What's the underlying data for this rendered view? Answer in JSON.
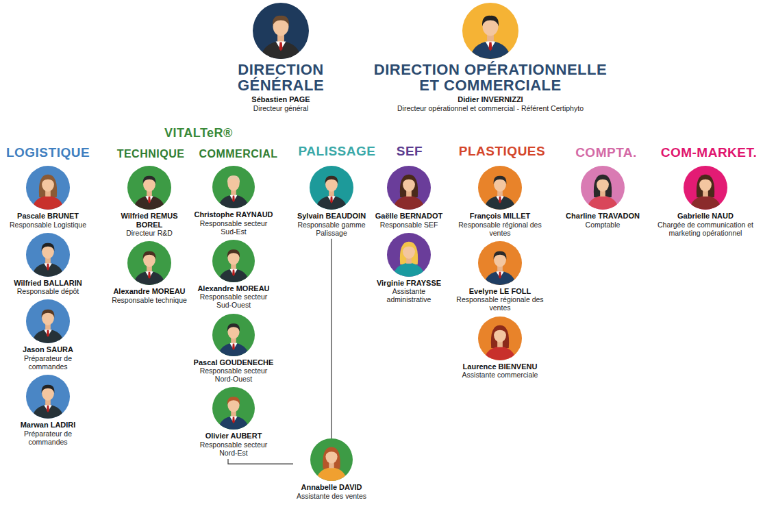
{
  "diagram": {
    "nodes": [
      {
        "text": [
          "DIRECTION GÉNÉRALE",
          "Sébastien PAGE",
          "Directeur général"
        ]
      },
      {
        "text": [
          "DIRECTION OPÉRATIONNELLE ET COMMERCIALE",
          "Didier INVERNIZZI",
          "Directeur opérationnel et commercial - Référent Certiphyto"
        ]
      },
      {
        "text": [
          "Pascale BRUNET",
          "Responsable Logistique"
        ]
      },
      {
        "text": [
          "Wilfried BALLARIN",
          "Responsable dépôt"
        ]
      },
      {
        "text": [
          "Jason SAURA",
          "Préparateur de commandes"
        ]
      },
      {
        "text": [
          "Marwan LADIRI",
          "Préparateur de commandes"
        ]
      },
      {
        "text": [
          "Wilfried REMUS BOREL",
          "Directeur R&D"
        ]
      },
      {
        "text": [
          "Alexandre MOREAU",
          "Responsable technique"
        ]
      },
      {
        "text": [
          "Christophe RAYNAUD",
          "Responsable secteur Sud-Est"
        ]
      },
      {
        "text": [
          "Alexandre MOREAU",
          "Responsable secteur Sud-Ouest"
        ]
      },
      {
        "text": [
          "Pascal GOUDENECHE",
          "Responsable secteur Nord-Ouest"
        ]
      },
      {
        "text": [
          "Olivier AUBERT",
          "Responsable secteur Nord-Est"
        ]
      },
      {
        "text": [
          "Sylvain BEAUDOIN",
          "Responsable gamme Palissage"
        ]
      },
      {
        "text": [
          "Gaëlle BERNADOT",
          "Responsable SEF"
        ]
      },
      {
        "text": [
          "Virginie FRAYSSE",
          "Assistante administrative"
        ]
      },
      {
        "text": [
          "François MILLET",
          "Responsable régional des ventes"
        ]
      },
      {
        "text": [
          "Evelyne LE FOLL",
          "Responsable régionale des ventes"
        ]
      },
      {
        "text": [
          "Laurence BIENVENU",
          "Assistante commerciale"
        ]
      },
      {
        "text": [
          "Charline TRAVADON",
          "Comptable"
        ]
      },
      {
        "text": [
          "Gabrielle NAUD",
          "Chargée de communication et marketing opérationnel"
        ]
      },
      {
        "text": [
          "Annabelle DAVID",
          "Assistante des ventes"
        ]
      }
    ],
    "edges": [
      {
        "from": 12,
        "to": 20,
        "arrow": "none"
      },
      {
        "from": 11,
        "to": 20,
        "arrow": "none"
      }
    ],
    "labels": [
      "LOGISTIQUE",
      "VITALTeR®",
      "TECHNIQUE",
      "COMMERCIAL",
      "PALISSAGE",
      "SEF",
      "PLASTIQUES",
      "COMPTA.",
      "COM-MARKET."
    ]
  }
}
